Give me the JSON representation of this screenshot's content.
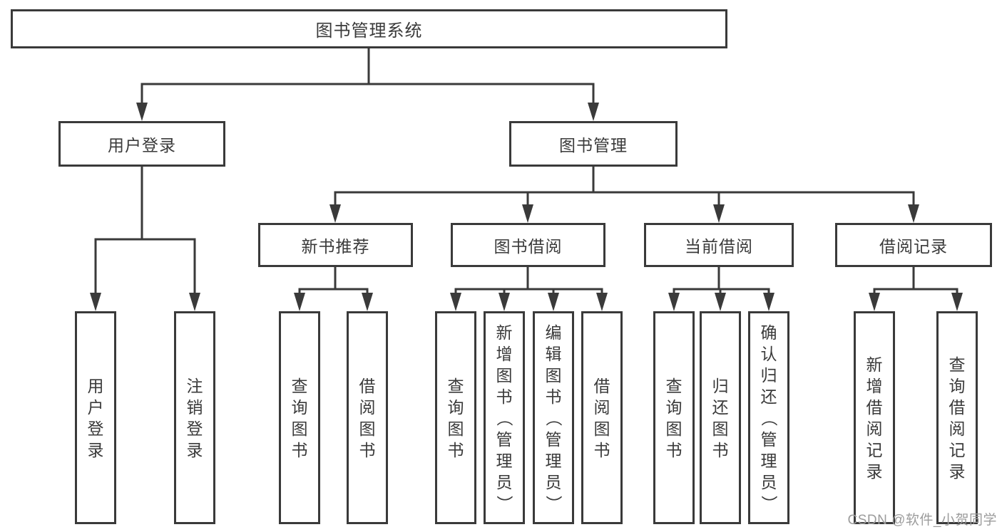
{
  "diagram": {
    "root": {
      "label": "图书管理系统",
      "children": [
        {
          "label": "用户登录",
          "children": [
            {
              "label": "用户登录"
            },
            {
              "label": "注销登录"
            }
          ]
        },
        {
          "label": "图书管理",
          "children": [
            {
              "label": "新书推荐",
              "children": [
                {
                  "label": "查询图书"
                },
                {
                  "label": "借阅图书"
                }
              ]
            },
            {
              "label": "图书借阅",
              "children": [
                {
                  "label": "查询图书"
                },
                {
                  "label": "新增图书（管理员）"
                },
                {
                  "label": "编辑图书（管理员）"
                },
                {
                  "label": "借阅图书"
                }
              ]
            },
            {
              "label": "当前借阅",
              "children": [
                {
                  "label": "查询图书"
                },
                {
                  "label": "归还图书"
                },
                {
                  "label": "确认归还（管理员）"
                }
              ]
            },
            {
              "label": "借阅记录",
              "children": [
                {
                  "label": "新增借阅记录"
                },
                {
                  "label": "查询借阅记录"
                }
              ]
            }
          ]
        }
      ]
    }
  },
  "watermark": {
    "text": "CSDN @软件_小贺同学"
  },
  "colors": {
    "line": "#3a3a3a",
    "box_fill": "#ffffff",
    "text": "#3a3a3a",
    "watermark": "#9c9c9c",
    "background": "#ffffff"
  }
}
